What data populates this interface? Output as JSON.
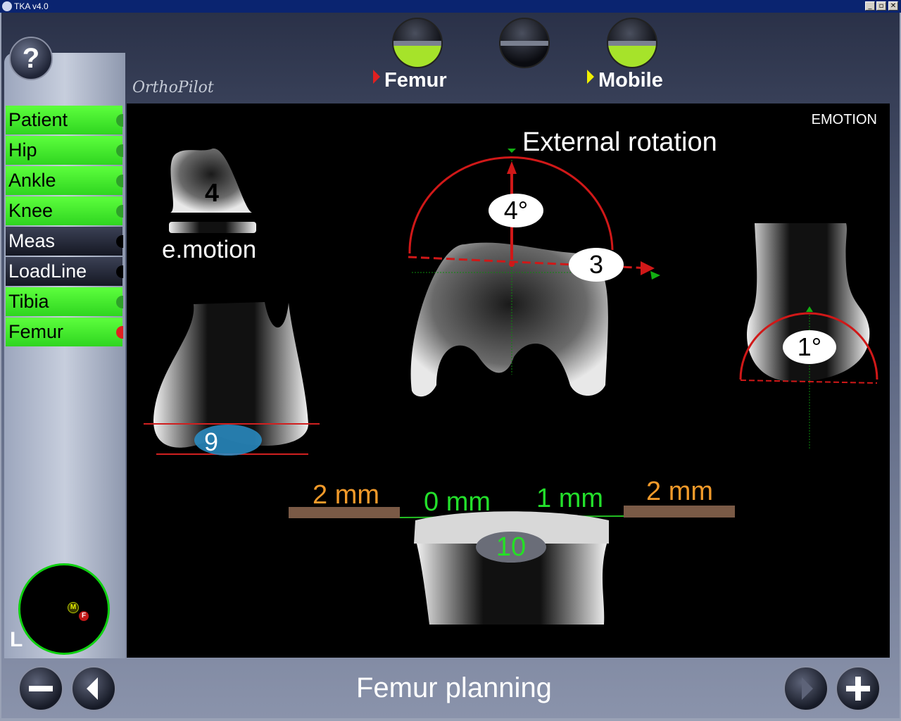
{
  "window": {
    "title": "TKA v4.0",
    "min": "_",
    "restore": "▫",
    "close": "✕"
  },
  "help": {
    "label": "?"
  },
  "logo": "OrthoPilot",
  "status": [
    {
      "label": "Femur",
      "arrow_color": "#e02020",
      "filled": true
    },
    {
      "label": "",
      "filled": false
    },
    {
      "label": "Mobile",
      "arrow_color": "#f0f000",
      "filled": true
    }
  ],
  "menu": [
    {
      "label": "Patient",
      "state": "done"
    },
    {
      "label": "Hip",
      "state": "done"
    },
    {
      "label": "Ankle",
      "state": "done"
    },
    {
      "label": "Knee",
      "state": "done"
    },
    {
      "label": "Meas",
      "state": "pending"
    },
    {
      "label": "LoadLine",
      "state": "pending"
    },
    {
      "label": "Tibia",
      "state": "done"
    },
    {
      "label": "Femur",
      "state": "active"
    }
  ],
  "navigator": {
    "m": "M",
    "f": "F",
    "side": "L"
  },
  "canvas": {
    "brand": "EMOTION",
    "title": "External rotation",
    "implant_size": "4",
    "implant_name": "e.motion",
    "rotation_deg": "4°",
    "ap_size": "3",
    "flexion_deg": "1°",
    "insert": "9",
    "gaps": [
      "2 mm",
      "0 mm",
      "1 mm",
      "2 mm"
    ],
    "tibia_size": "10"
  },
  "bottom": {
    "title": "Femur planning"
  },
  "colors": {
    "done": "#2fd520",
    "active": "#e02020",
    "accent_orange": "#f29a2a",
    "accent_green": "#23e02b"
  }
}
